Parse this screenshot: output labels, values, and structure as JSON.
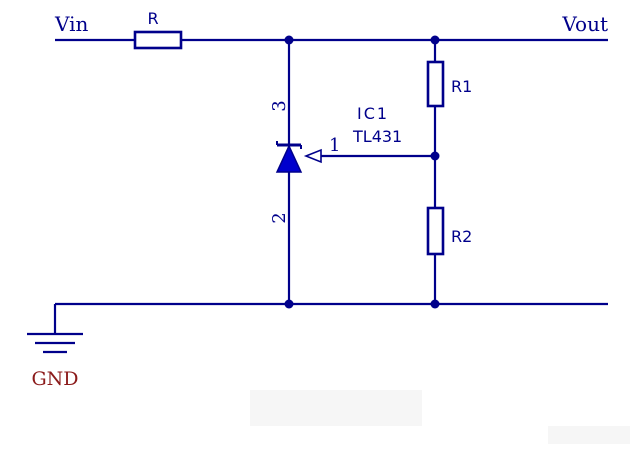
{
  "nets": {
    "input": "Vin",
    "output": "Vout",
    "ground": "GND"
  },
  "components": {
    "series_resistor": {
      "ref": "R"
    },
    "regulator": {
      "ref": "IC1",
      "part": "TL431",
      "pins": {
        "cathode": "3",
        "anode": "2",
        "reference": "1"
      }
    },
    "divider_top": {
      "ref": "R1"
    },
    "divider_bottom": {
      "ref": "R2"
    }
  },
  "colors": {
    "wire": "#00008b",
    "ground_label": "#8b1a1a",
    "background": "#ffffff"
  }
}
